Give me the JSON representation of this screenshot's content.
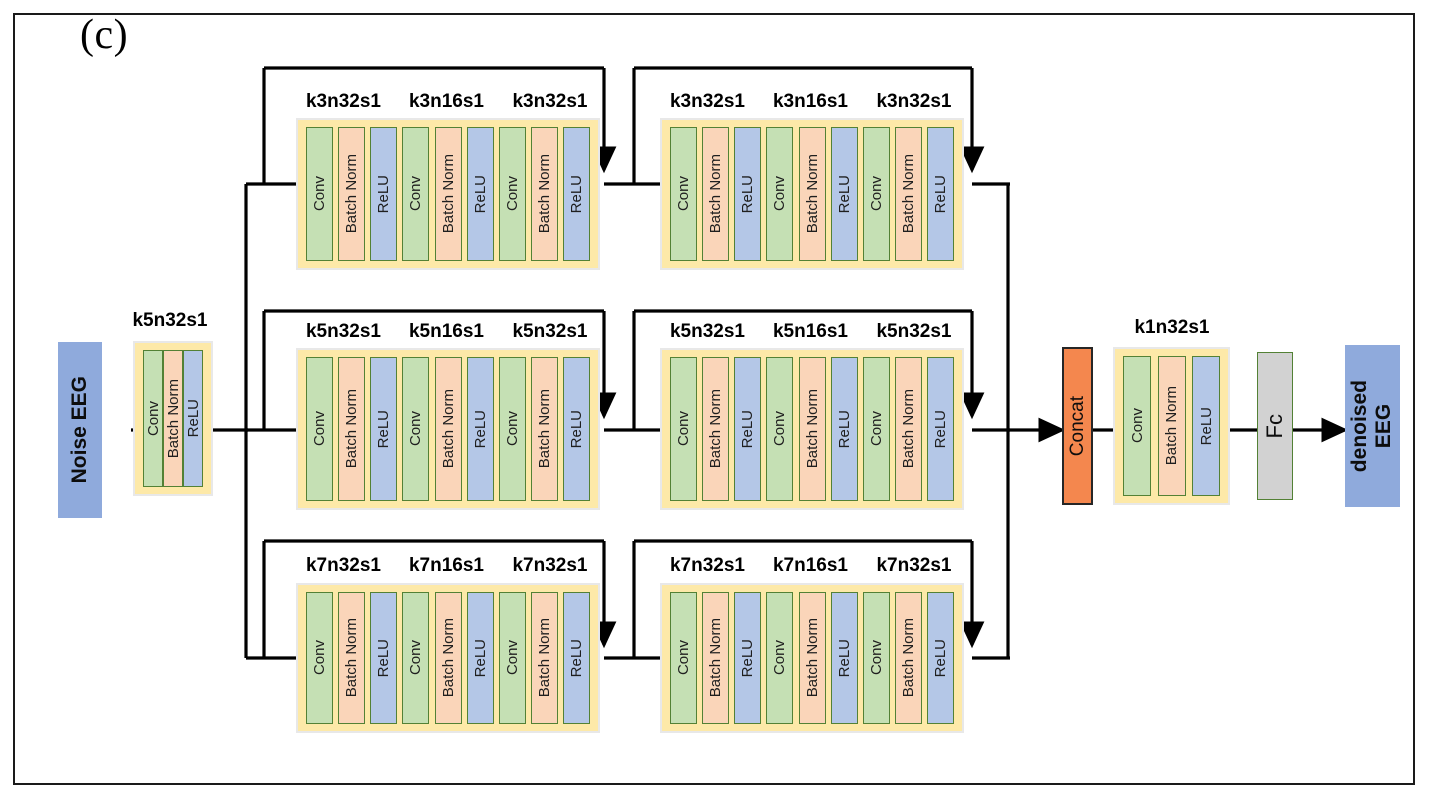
{
  "figure": {
    "panel_letter": "(c)",
    "colors": {
      "io_eeg": "#8faadc",
      "concat": "#f4874e",
      "fc": "#d2d2d2",
      "group_container": "#fde9a8",
      "conv": "#c5e0b4",
      "batch_norm": "#fad5b9",
      "relu": "#b4c7e7",
      "wire": "#000000",
      "frame": "#1a1a1a"
    }
  },
  "io": {
    "input": {
      "label": "Noise EEG",
      "name": "noise-eeg-input"
    },
    "concat": {
      "label": "Concat",
      "name": "concat-block"
    },
    "fc": {
      "label": "Fc",
      "name": "fully-connected-block"
    },
    "output": {
      "label": "denoised\nEEG",
      "name": "denoised-eeg-output"
    }
  },
  "layer_names": {
    "conv": "Conv",
    "batch_norm": "Batch Norm",
    "relu": "ReLU"
  },
  "stem": {
    "label": "k5n32s1",
    "layers": [
      "Conv",
      "Batch Norm",
      "ReLU"
    ]
  },
  "head": {
    "label": "k1n32s1",
    "layers": [
      "Conv",
      "Batch Norm",
      "ReLU"
    ]
  },
  "branches": [
    {
      "id": "branch-k3",
      "kernel": 3,
      "row": "top",
      "stages": [
        {
          "id": "k3-stage-1",
          "labels": [
            "k3n32s1",
            "k3n16s1",
            "k3n32s1"
          ],
          "units": [
            {
              "label": "k3n32s1",
              "layers": [
                "Conv",
                "Batch Norm",
                "ReLU"
              ]
            },
            {
              "label": "k3n16s1",
              "layers": [
                "Conv",
                "Batch Norm",
                "ReLU"
              ]
            },
            {
              "label": "k3n32s1",
              "layers": [
                "Conv",
                "Batch Norm",
                "ReLU"
              ]
            }
          ],
          "skip_connection": true
        },
        {
          "id": "k3-stage-2",
          "labels": [
            "k3n32s1",
            "k3n16s1",
            "k3n32s1"
          ],
          "units": [
            {
              "label": "k3n32s1",
              "layers": [
                "Conv",
                "Batch Norm",
                "ReLU"
              ]
            },
            {
              "label": "k3n16s1",
              "layers": [
                "Conv",
                "Batch Norm",
                "ReLU"
              ]
            },
            {
              "label": "k3n32s1",
              "layers": [
                "Conv",
                "Batch Norm",
                "ReLU"
              ]
            }
          ],
          "skip_connection": true
        }
      ]
    },
    {
      "id": "branch-k5",
      "kernel": 5,
      "row": "middle",
      "stages": [
        {
          "id": "k5-stage-1",
          "labels": [
            "k5n32s1",
            "k5n16s1",
            "k5n32s1"
          ],
          "units": [
            {
              "label": "k5n32s1",
              "layers": [
                "Conv",
                "Batch Norm",
                "ReLU"
              ]
            },
            {
              "label": "k5n16s1",
              "layers": [
                "Conv",
                "Batch Norm",
                "ReLU"
              ]
            },
            {
              "label": "k5n32s1",
              "layers": [
                "Conv",
                "Batch Norm",
                "ReLU"
              ]
            }
          ],
          "skip_connection": true
        },
        {
          "id": "k5-stage-2",
          "labels": [
            "k5n32s1",
            "k5n16s1",
            "k5n32s1"
          ],
          "units": [
            {
              "label": "k5n32s1",
              "layers": [
                "Conv",
                "Batch Norm",
                "ReLU"
              ]
            },
            {
              "label": "k5n16s1",
              "layers": [
                "Conv",
                "Batch Norm",
                "ReLU"
              ]
            },
            {
              "label": "k5n32s1",
              "layers": [
                "Conv",
                "Batch Norm",
                "ReLU"
              ]
            }
          ],
          "skip_connection": true
        }
      ]
    },
    {
      "id": "branch-k7",
      "kernel": 7,
      "row": "bottom",
      "stages": [
        {
          "id": "k7-stage-1",
          "labels": [
            "k7n32s1",
            "k7n16s1",
            "k7n32s1"
          ],
          "units": [
            {
              "label": "k7n32s1",
              "layers": [
                "Conv",
                "Batch Norm",
                "ReLU"
              ]
            },
            {
              "label": "k7n16s1",
              "layers": [
                "Conv",
                "Batch Norm",
                "ReLU"
              ]
            },
            {
              "label": "k7n32s1",
              "layers": [
                "Conv",
                "Batch Norm",
                "ReLU"
              ]
            }
          ],
          "skip_connection": true
        },
        {
          "id": "k7-stage-2",
          "labels": [
            "k7n32s1",
            "k7n16s1",
            "k7n32s1"
          ],
          "units": [
            {
              "label": "k7n32s1",
              "layers": [
                "Conv",
                "Batch Norm",
                "ReLU"
              ]
            },
            {
              "label": "k7n16s1",
              "layers": [
                "Conv",
                "Batch Norm",
                "ReLU"
              ]
            },
            {
              "label": "k7n32s1",
              "layers": [
                "Conv",
                "Batch Norm",
                "ReLU"
              ]
            }
          ],
          "skip_connection": true
        }
      ]
    }
  ]
}
